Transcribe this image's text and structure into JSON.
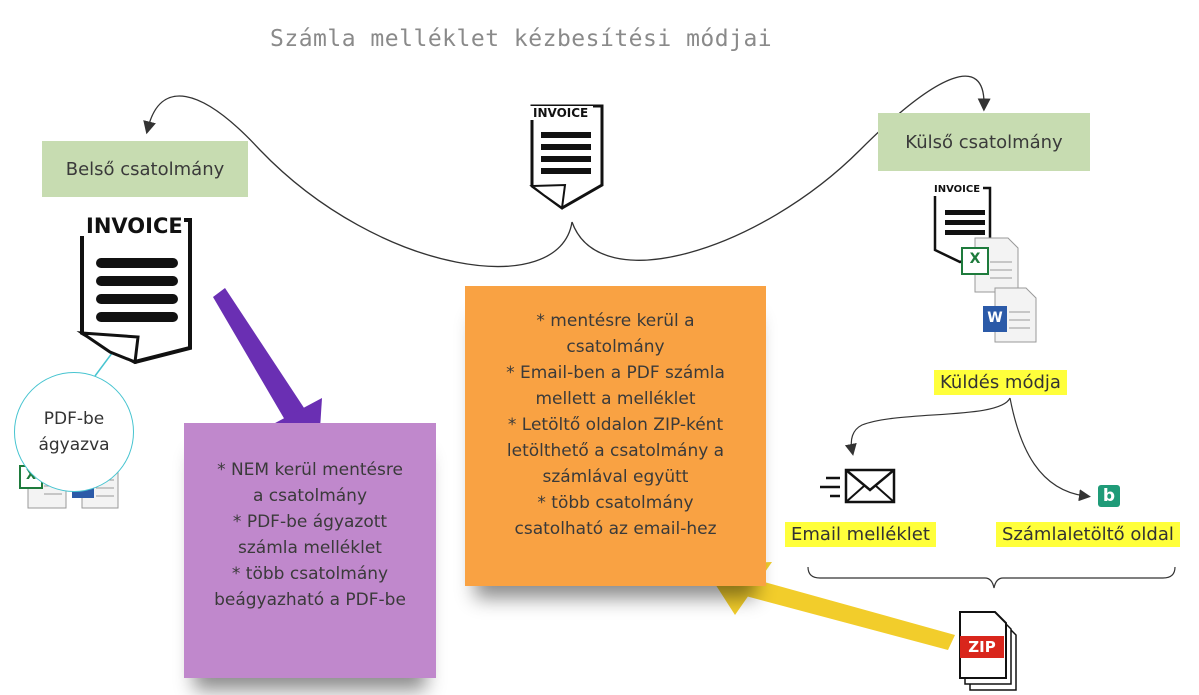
{
  "title": "Számla melléklet kézbesítési módjai",
  "nodes": {
    "internal": "Belső csatolmány",
    "external": "Külső csatolmány",
    "embedded": [
      "PDF-be",
      "ágyazva"
    ],
    "send_method": "Küldés módja",
    "email_attachment": "Email melléklet",
    "download_page": "Számlaletöltő oldal"
  },
  "icons": {
    "invoice_label": "INVOICE",
    "excel_letter": "X",
    "word_letter": "W",
    "zip_label": "ZIP",
    "b_letter": "b"
  },
  "notes": {
    "internal": [
      "* NEM kerül mentésre",
      "a csatolmány",
      "*  PDF-be ágyazott",
      "számla melléklet",
      "* több csatolmány",
      "beágyazható a PDF-be"
    ],
    "external": [
      "* mentésre kerül a",
      "csatolmány",
      "* Email-ben a PDF számla",
      "mellett  a melléklet",
      "* Letöltő oldalon ZIP-ként",
      "letölthető a csatolmány a",
      "számlával együtt",
      "* több csatolmány",
      "csatolható az email-hez"
    ]
  },
  "colors": {
    "green_box": "#c7dcb1",
    "yellow_label": "#ffff3b",
    "orange_note": "#f9a243",
    "purple_note": "#c088cc",
    "purple_arrow": "#6a2fb3",
    "yellow_arrow": "#f2cd2b",
    "bubble_border": "#47c4d0",
    "brand_green": "#1f9b78"
  }
}
